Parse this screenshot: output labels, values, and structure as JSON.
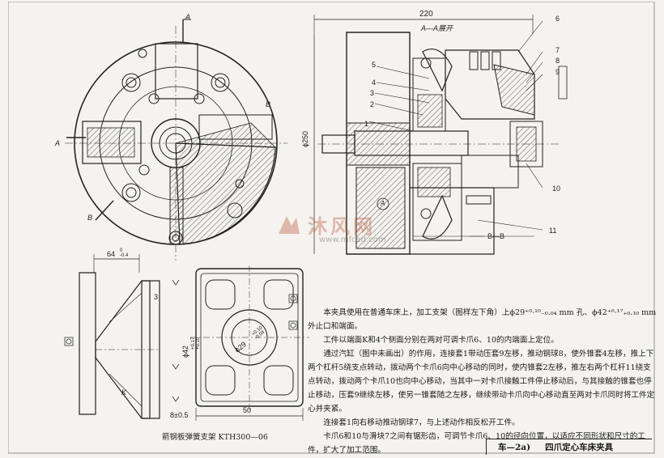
{
  "drawing": {
    "section_title": "A—A展开",
    "dim_width_top": "220",
    "dim_diameter_250": "ϕ250",
    "dim_64": "64",
    "dim_64_tol": "0\n-0.4",
    "dim_diam_42": "ϕ42",
    "dim_diam_42_tol": "+0.17\n+0.10",
    "dim_diam_29": "ϕ29",
    "dim_diam_29_tol": "+0.10\n-0.04",
    "dim_50": "50",
    "dim_8": "8±0.5",
    "dim_3": "3",
    "label_K": "K",
    "label_A_top": "A",
    "label_A_left": "A",
    "label_B_top": "B",
    "label_B_bottom": "B",
    "label_A_circle": "A",
    "label_BB": "B—B",
    "parts": [
      "1",
      "2",
      "3",
      "4",
      "5",
      "6",
      "7",
      "8",
      "9",
      "10",
      "11"
    ]
  },
  "watermark": {
    "text": "沐风网",
    "url": "www.mfcad.com",
    "color": "#b84a2a"
  },
  "left_caption": "箭钢板弹簧支架   KTH300—06",
  "description": [
    "本夹具使用在普通车床上，加工支架（图样左下角）上ϕ29⁺⁰·¹⁰₋₀.₀₄ mm 孔、ϕ42⁺⁰·¹⁷₊₀.₁₀ mm 外止口和端面。",
    "工件以端面K和4个侧面分别在两对可调卡爪6、10的内端面上定位。",
    "通过汽缸（图中未画出）的作用，连接套1带动压套9左移，推动钢球8，使外锥套4左移，推上下两个杠杆5绕支点转动，拨动两个卡爪6向中心移动的同时，使内锥套2左移，推左右两个杠杆11绕支点转动，拨动两个卡爪10也向中心移动，当其中一对卡爪接触工件停止移动后，与其接触的锥套也停止移动，压套9继续左移，使另一锥套随之左移，继续带动卡爪向中心移动直至两对卡爪同时将工件定心并夹紧。",
    "连接套1向右移动推动钢球7，与上述动作相反松开工件。",
    "卡爪6和10与滑块7之间有锯形齿，可调节卡爪6、10的径向位置，以适应不同形状和尺寸的工件，扩大了加工范围。"
  ],
  "title_block": {
    "code": "车—2a)",
    "name": "四爪定心车床夹具"
  }
}
